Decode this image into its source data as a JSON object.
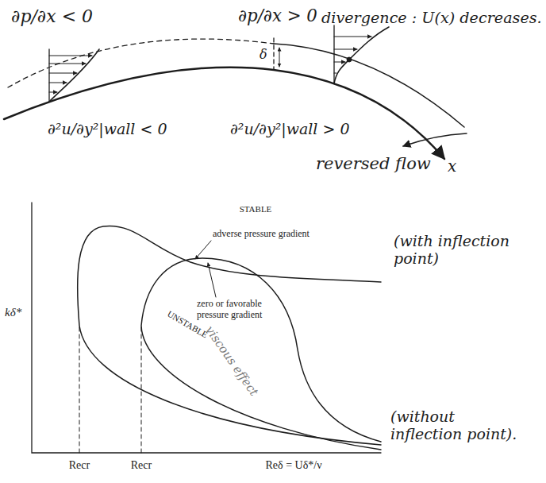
{
  "diagram": {
    "labels": [
      "∂p/∂x < 0",
      "∂p/∂x > 0",
      "divergence : U(x) decreases.",
      "δ",
      "∂²u/∂y²|wall < 0",
      "∂²u/∂y²|wall > 0",
      "reversed flow",
      "x",
      "STABLE",
      "adverse pressure gradient",
      "(with inflection point)",
      "kδ*",
      "zero or favorable pressure gradient",
      "UNSTABLE",
      "viscous effect",
      "(without inflection point).",
      "Recr",
      "Recr",
      "Reδ = Uδ*/ν"
    ]
  }
}
